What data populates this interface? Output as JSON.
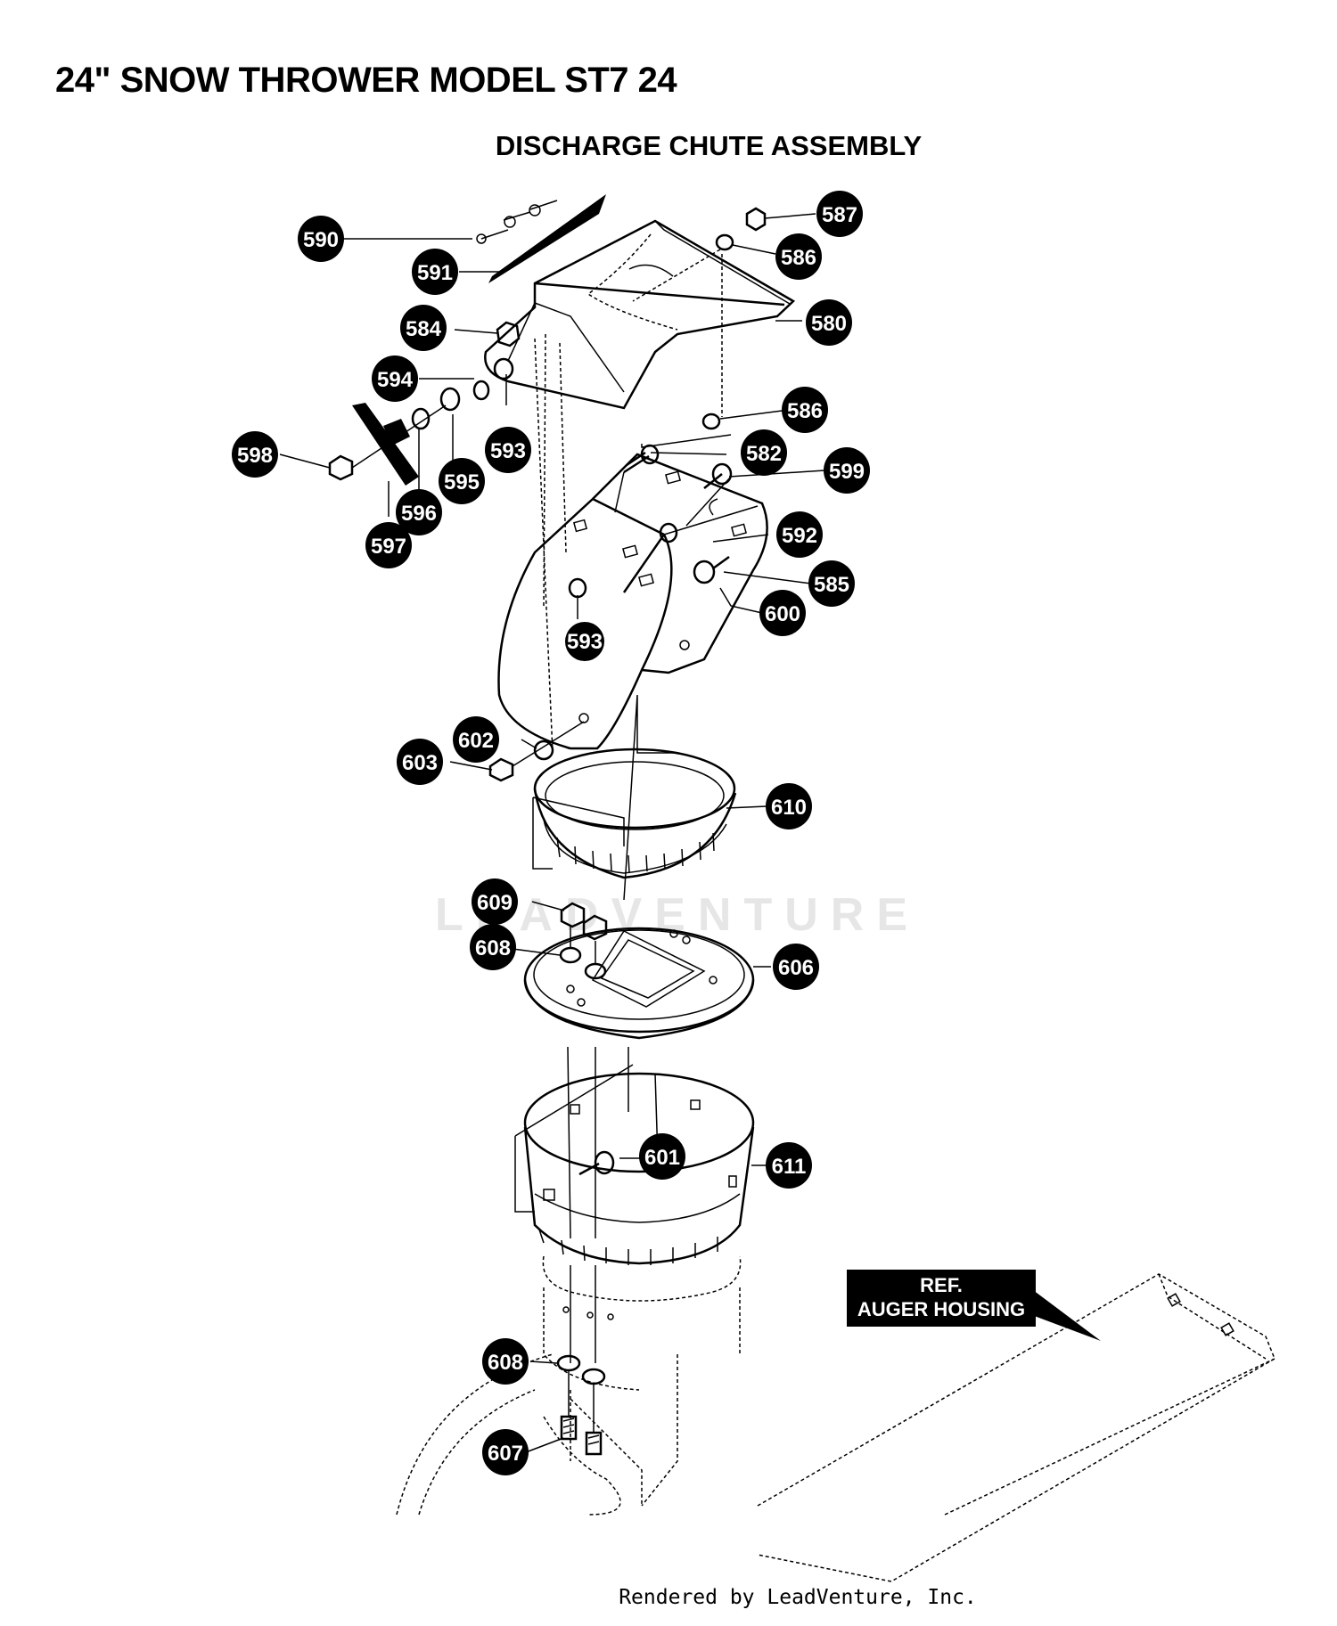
{
  "title": "24\" SNOW THROWER MODEL ST7 24",
  "subtitle": "DISCHARGE CHUTE ASSEMBLY",
  "footer": "Rendered by LeadVenture, Inc.",
  "watermark": "LEADVENTURE",
  "reference_label": {
    "line1": "REF.",
    "line2": "AUGER HOUSING"
  },
  "callouts": [
    {
      "id": "c590",
      "label": "590"
    },
    {
      "id": "c591",
      "label": "591"
    },
    {
      "id": "c587",
      "label": "587"
    },
    {
      "id": "c586a",
      "label": "586"
    },
    {
      "id": "c580",
      "label": "580"
    },
    {
      "id": "c584",
      "label": "584"
    },
    {
      "id": "c594",
      "label": "594"
    },
    {
      "id": "c593a",
      "label": "593"
    },
    {
      "id": "c586b",
      "label": "586"
    },
    {
      "id": "c582",
      "label": "582"
    },
    {
      "id": "c599",
      "label": "599"
    },
    {
      "id": "c598",
      "label": "598"
    },
    {
      "id": "c595",
      "label": "595"
    },
    {
      "id": "c596",
      "label": "596"
    },
    {
      "id": "c597",
      "label": "597"
    },
    {
      "id": "c592",
      "label": "592"
    },
    {
      "id": "c585",
      "label": "585"
    },
    {
      "id": "c600",
      "label": "600"
    },
    {
      "id": "c593b",
      "label": "593"
    },
    {
      "id": "c602",
      "label": "602"
    },
    {
      "id": "c603",
      "label": "603"
    },
    {
      "id": "c610",
      "label": "610"
    },
    {
      "id": "c609",
      "label": "609"
    },
    {
      "id": "c608a",
      "label": "608"
    },
    {
      "id": "c606",
      "label": "606"
    },
    {
      "id": "c601",
      "label": "601"
    },
    {
      "id": "c611",
      "label": "611"
    },
    {
      "id": "c608b",
      "label": "608"
    },
    {
      "id": "c607",
      "label": "607"
    }
  ]
}
